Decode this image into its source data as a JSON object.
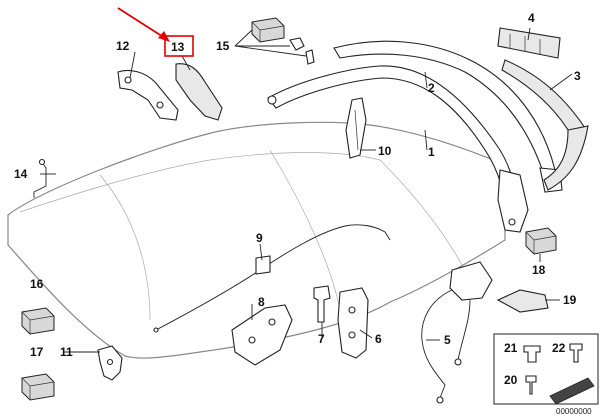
{
  "diagram": {
    "callouts": {
      "c1": "1",
      "c2": "2",
      "c3": "3",
      "c4": "4",
      "c5": "5",
      "c6": "6",
      "c7": "7",
      "c8": "8",
      "c9": "9",
      "c10": "10",
      "c11": "11",
      "c12": "12",
      "c13": "13",
      "c14": "14",
      "c15": "15",
      "c16": "16",
      "c17": "17",
      "c18": "18",
      "c19": "19",
      "c20": "20",
      "c21": "21",
      "c22": "22"
    },
    "diagram_number": "00000000",
    "highlighted_callout": "13",
    "colors": {
      "highlight": "#e00000",
      "line": "#222222",
      "foam": "#d8d8d8"
    }
  }
}
